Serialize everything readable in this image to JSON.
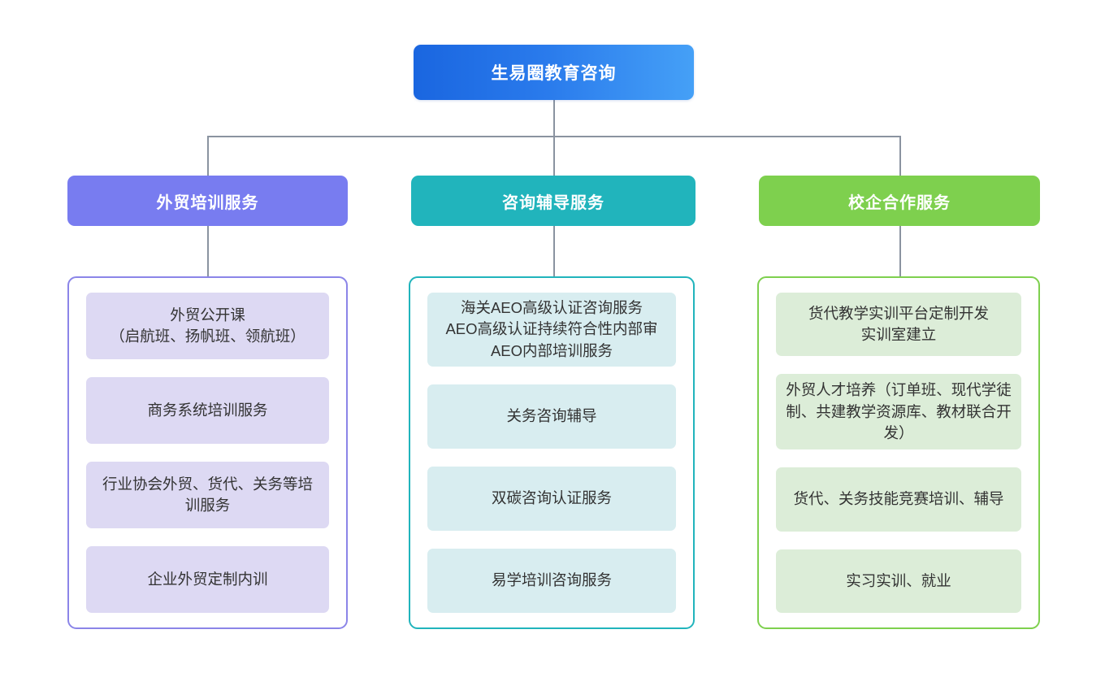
{
  "diagram": {
    "type": "organization-tree",
    "root": {
      "label": "生易圈教育咨询",
      "color": "#1a66e0",
      "gradient_to": "#45a0f7"
    },
    "connector_color": "#8a93a0",
    "branches": [
      {
        "label": "外贸培训服务",
        "header_color": "#787cf0",
        "border_color": "#8b85e8",
        "card_color": "#ddd9f3",
        "items": [
          "外贸公开课\n（启航班、扬帆班、领航班）",
          "商务系统培训服务",
          "行业协会外贸、货代、关务等培训服务",
          "企业外贸定制内训"
        ]
      },
      {
        "label": "咨询辅导服务",
        "header_color": "#21b4bc",
        "border_color": "#21b4bc",
        "card_color": "#d8edf0",
        "items": [
          "海关AEO高级认证咨询服务\nAEO高级认证持续符合性内部审\nAEO内部培训服务",
          "关务咨询辅导",
          "双碳咨询认证服务",
          "易学培训咨询服务"
        ]
      },
      {
        "label": "校企合作服务",
        "header_color": "#7ed04e",
        "border_color": "#7ed04e",
        "card_color": "#dcedd8",
        "items": [
          "货代教学实训平台定制开发\n实训室建立",
          "外贸人才培养（订单班、现代学徒制、共建教学资源库、教材联合开发）",
          "货代、关务技能竞赛培训、辅导",
          "实习实训、就业"
        ]
      }
    ]
  }
}
